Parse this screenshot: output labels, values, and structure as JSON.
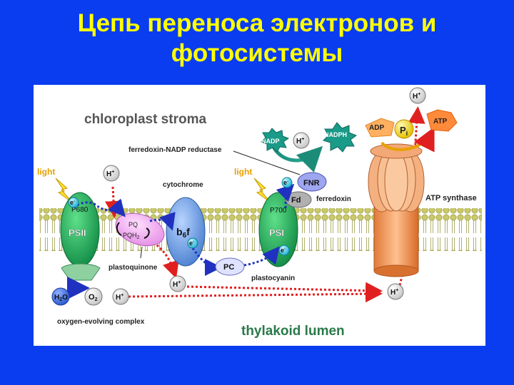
{
  "slide": {
    "title_line1": "Цепь переноса электронов и",
    "title_line2": "фотосистемы"
  },
  "colors": {
    "background": "#0a3df0",
    "title": "#ffff00",
    "psii": "#1aa35a",
    "cytochrome": "#6f9fdf",
    "atp_synthase": "#f0a060",
    "arrow_red": "#e02020",
    "arrow_blue": "#2030c0"
  },
  "diagram": {
    "stroma_label": "chloroplast stroma",
    "lumen_label": "thylakoid lumen",
    "light_left": "light",
    "light_right": "light",
    "hplus": "H",
    "hplus_sup": "+",
    "electron": "e",
    "electron_sup": "-",
    "p680": "P680",
    "psii_label": "PSII",
    "pq": "PQ",
    "pqh2": "PQH",
    "pqh2_sub": "2",
    "cytochrome_label": "cytochrome",
    "b6f": "b",
    "b6f_sub": "6",
    "b6f_f": "f",
    "plastoquinone_label": "plastoquinone",
    "pc": "PC",
    "plastocyanin_label": "plastocyanin",
    "h2o": "H",
    "h2o_sub": "2",
    "h2o_o": "O",
    "o2": "O",
    "o2_sub": "2",
    "oec_label": "oxygen-evolving complex",
    "p700": "P700",
    "psi_label": "PSI",
    "fnr": "FNR",
    "fd": "Fd",
    "ferredoxin_label": "ferredoxin",
    "fnr_label": "ferredoxin-NADP reductase",
    "nadp": "NADP",
    "nadph": "NADPH",
    "adp": "ADP",
    "pi": "P",
    "pi_sub": "i",
    "atp": "ATP",
    "atp_synthase_label": "ATP synthase"
  }
}
